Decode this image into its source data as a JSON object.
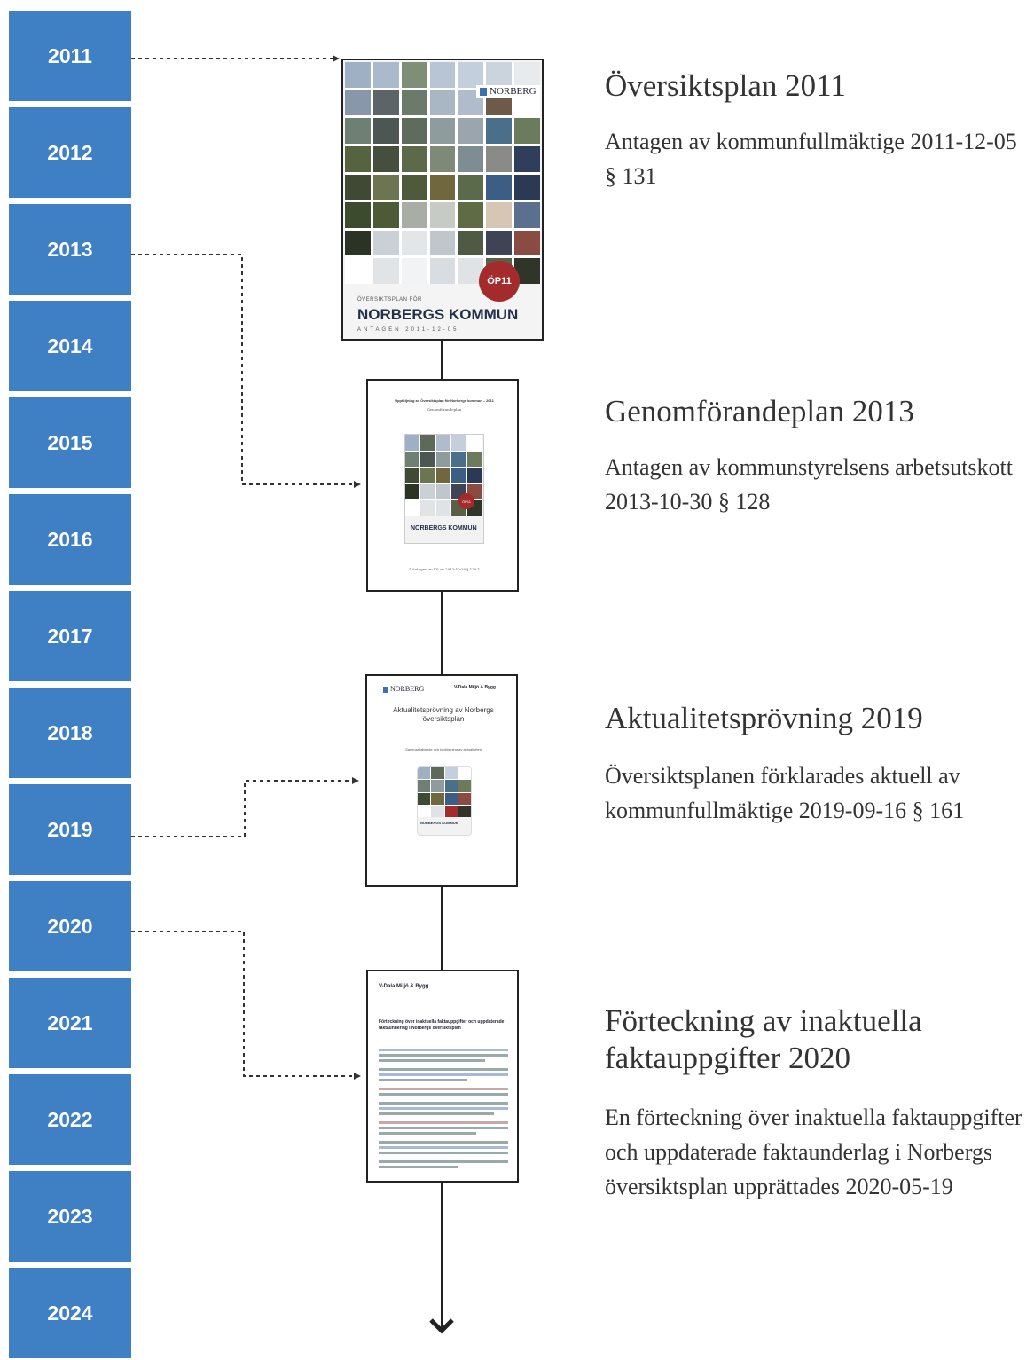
{
  "years": [
    "2011",
    "2012",
    "2013",
    "2014",
    "2015",
    "2016",
    "2017",
    "2018",
    "2019",
    "2020",
    "2021",
    "2022",
    "2023",
    "2024"
  ],
  "entries": [
    {
      "title": "Översiktsplan 2011",
      "description": "Antagen av kommunfullmäktige 2011-12-05 § 131"
    },
    {
      "title": "Genomförandeplan 2013",
      "description": "Antagen av kommunstyrelsens arbetsutskott 2013-10-30 § 128"
    },
    {
      "title": "Aktualitetsprövning 2019",
      "description": "Översiktsplanen förklarades aktuell av kommunfullmäktige 2019-09-16 § 161"
    },
    {
      "title": "Förteckning av inaktuella faktauppgifter 2020",
      "description": "En förteckning över inaktuella faktauppgifter och uppdaterade faktaunderlag i Norbergs översiktsplan upprättades 2020-05-19"
    }
  ],
  "covers": {
    "op2011": {
      "brand": "NORBERG",
      "badge": "ÖP11",
      "overline": "ÖVERSIKTSPLAN FÖR",
      "main": "NORBERGS KOMMUN",
      "sub": "ANTAGEN 2011-12-05"
    },
    "gp2013": {
      "header": "Uppföljning av Översiktsplan för Norbergs kommun – 2011",
      "subheader": "Genomförandeplan",
      "main": "NORBERGS KOMMUN",
      "badge": "ÖP11",
      "footer": "* Antagen av KS au 2013-10-30 § 128 *"
    },
    "ap2019": {
      "brand": "NORBERG",
      "org": "V-Dala Miljö & Bygg",
      "title": "Aktualitetsprövning av Norbergs översiktsplan",
      "subtitle": "Sammanfattande och bedömning av aktualiteten",
      "main": "NORBERGS KOMMUN"
    },
    "ft2020": {
      "org": "V-Dala Miljö & Bygg",
      "title": "Förteckning över inaktuella faktauppgifter och uppdaterade faktaunderlag i Norbergs översiktsplan"
    }
  },
  "colors": {
    "year_box": "#3f7fc3",
    "accent_red": "#a32b2b"
  }
}
